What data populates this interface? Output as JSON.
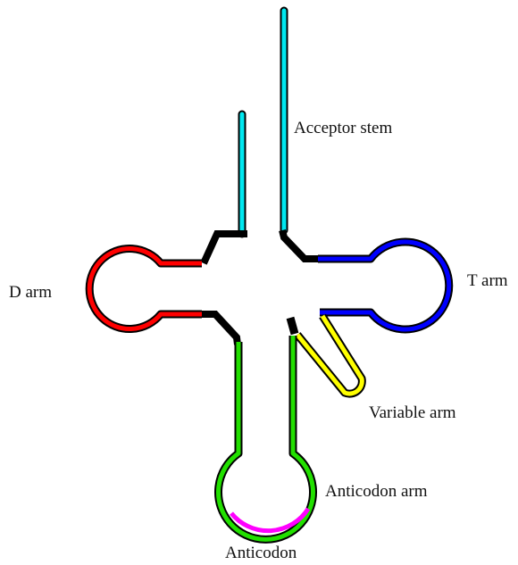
{
  "labels": {
    "acceptor_stem": "Acceptor stem",
    "d_arm": "D arm",
    "t_arm": "T arm",
    "variable_arm": "Variable arm",
    "anticodon_arm": "Anticodon arm",
    "anticodon": "Anticodon"
  },
  "colors": {
    "acceptor_stem": "#00e8f0",
    "d_arm": "#ff0000",
    "t_arm": "#0000ff",
    "variable_arm": "#ffff00",
    "anticodon_arm": "#22e000",
    "anticodon": "#ff00ff",
    "linker": "#000000",
    "outline": "#000000"
  }
}
